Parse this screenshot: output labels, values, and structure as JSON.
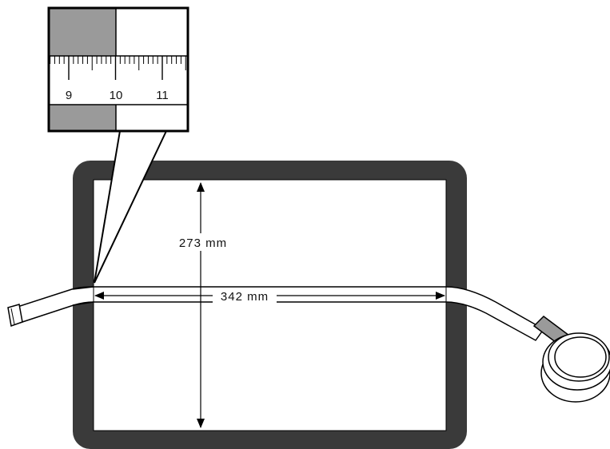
{
  "dimensions": {
    "height_label": "273 mm",
    "width_label": "342 mm"
  },
  "ruler": {
    "tick_labels": [
      "9",
      "10",
      "11"
    ]
  },
  "colors": {
    "frame": "#3a3a3a",
    "shaded_block": "#9a9a9a",
    "line": "#000000",
    "background": "#ffffff"
  },
  "icons": {
    "tape_measure_housing": "tape-measure-reel-icon",
    "tape_hook": "tape-hook-icon"
  }
}
